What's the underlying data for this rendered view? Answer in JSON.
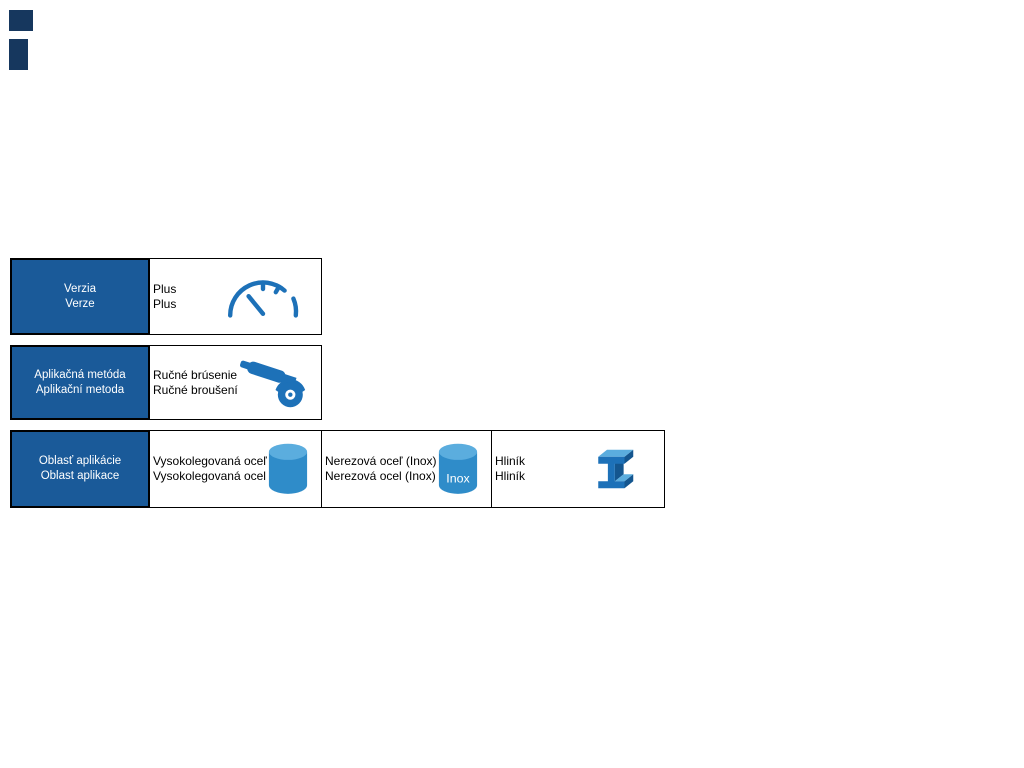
{
  "colors": {
    "label_bg": "#1a5a99",
    "icon_blue": "#1d71b8",
    "icon_blue_light": "#5badde",
    "icon_blue_dark": "#14568f",
    "cylinder_blue": "#2f8cc9",
    "logo_navy": "#16375e",
    "border": "#000000"
  },
  "icons": {
    "row_version": "gauge-icon",
    "row_method": "angle-grinder-icon",
    "row_area_cell1": "steel-cylinder-icon",
    "row_area_cell2": "inox-cylinder-icon",
    "row_area_cell3": "aluminium-profile-icon"
  },
  "table": {
    "rows": [
      {
        "label": [
          "Verzia",
          "Verze"
        ],
        "cells": [
          {
            "lines": [
              "Plus",
              "Plus"
            ]
          }
        ]
      },
      {
        "label": [
          "Aplikačná metóda",
          "Aplikační metoda"
        ],
        "cells": [
          {
            "lines": [
              "Ručné brúsenie",
              "Ručné broušení"
            ]
          }
        ]
      },
      {
        "label": [
          "Oblasť aplikácie",
          "Oblast aplikace"
        ],
        "cells": [
          {
            "lines": [
              "Vysokolegovaná oceľ",
              "Vysokolegovaná ocel"
            ]
          },
          {
            "lines": [
              "Nerezová oceľ (Inox)",
              "Nerezová ocel (Inox)"
            ],
            "icon_label": "Inox"
          },
          {
            "lines": [
              "Hliník",
              "Hliník"
            ]
          }
        ]
      }
    ]
  }
}
